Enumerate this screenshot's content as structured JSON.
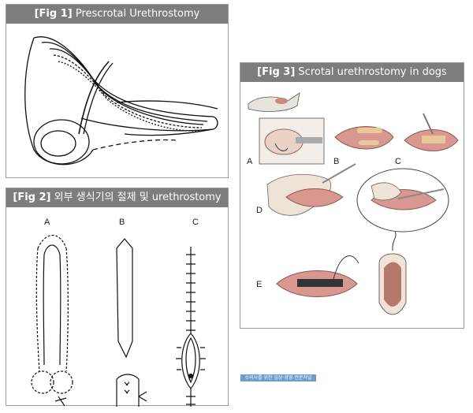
{
  "fig1": {
    "tag": "[Fig 1]",
    "title": "Prescrotal Urethrostomy"
  },
  "fig2": {
    "tag": "[Fig 2]",
    "title": "외부 생식기의 절제 및 urethrostomy",
    "labels": [
      "A",
      "B",
      "C"
    ]
  },
  "fig3": {
    "tag": "[Fig 3]",
    "title": "Scrotal urethrostomy in dogs",
    "labels": [
      "A",
      "B",
      "C",
      "D",
      "E"
    ]
  },
  "credit": "수의사를 위한 임상·경영 전문저널"
}
